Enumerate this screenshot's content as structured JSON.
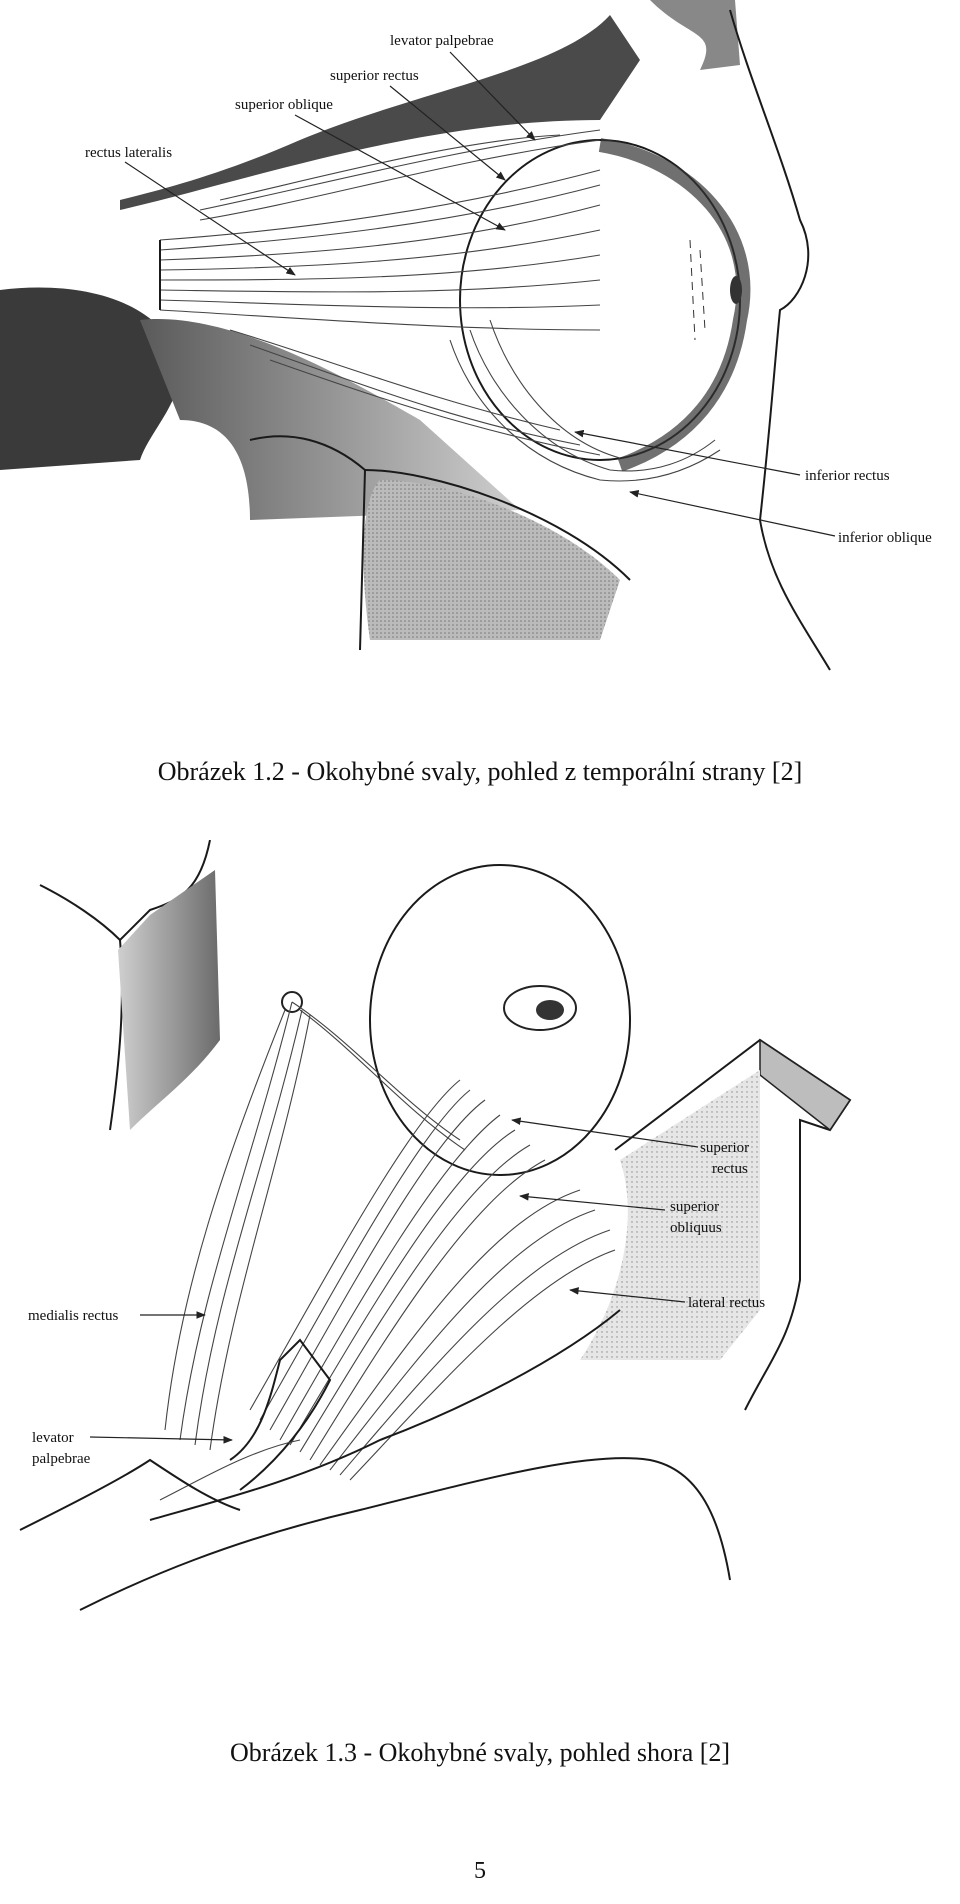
{
  "figure1": {
    "labels": {
      "levator_palpebrae": "levator palpebrae",
      "superior_rectus": "superior rectus",
      "superior_oblique": "superior oblique",
      "rectus_lateralis": "rectus lateralis",
      "inferior_rectus": "inferior rectus",
      "inferior_oblique": "inferior oblique"
    },
    "caption": "Obrázek 1.2 - Okohybné svaly, pohled z temporální strany [2]"
  },
  "figure2": {
    "labels": {
      "superior_rectus_1": "superior",
      "superior_rectus_2": "rectus",
      "superior_obliquus_1": "superior",
      "superior_obliquus_2": "obliquus",
      "lateral_rectus": "lateral rectus",
      "medialis_rectus": "medialis rectus",
      "levator_1": "levator",
      "levator_2": "palpebrae"
    },
    "caption": "Obrázek 1.3 - Okohybné svaly, pohled shora [2]"
  },
  "page_number": "5"
}
